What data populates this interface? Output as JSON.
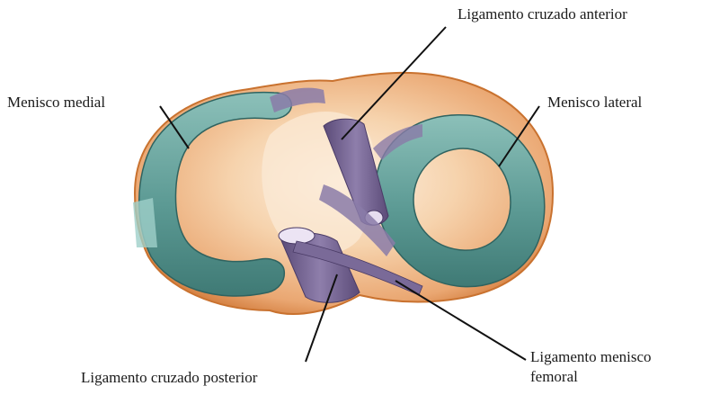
{
  "labels": {
    "anterior_cruciate": "Ligamento cruzado anterior",
    "medial_meniscus": "Menisco medial",
    "lateral_meniscus": "Menisco lateral",
    "posterior_cruciate": "Ligamento cruzado posterior",
    "meniscofemoral_line1": "Ligamento menisco",
    "meniscofemoral_line2": "femoral"
  },
  "colors": {
    "bone_outer": "#d9894a",
    "bone_inner": "#f3c9a0",
    "bone_highlight": "#fbe6cf",
    "meniscus": "#4f8f8a",
    "meniscus_light": "#7fb3ad",
    "ligament": "#6b5b86",
    "ligament_light": "#9a8bb3",
    "leader_line": "#111111"
  }
}
